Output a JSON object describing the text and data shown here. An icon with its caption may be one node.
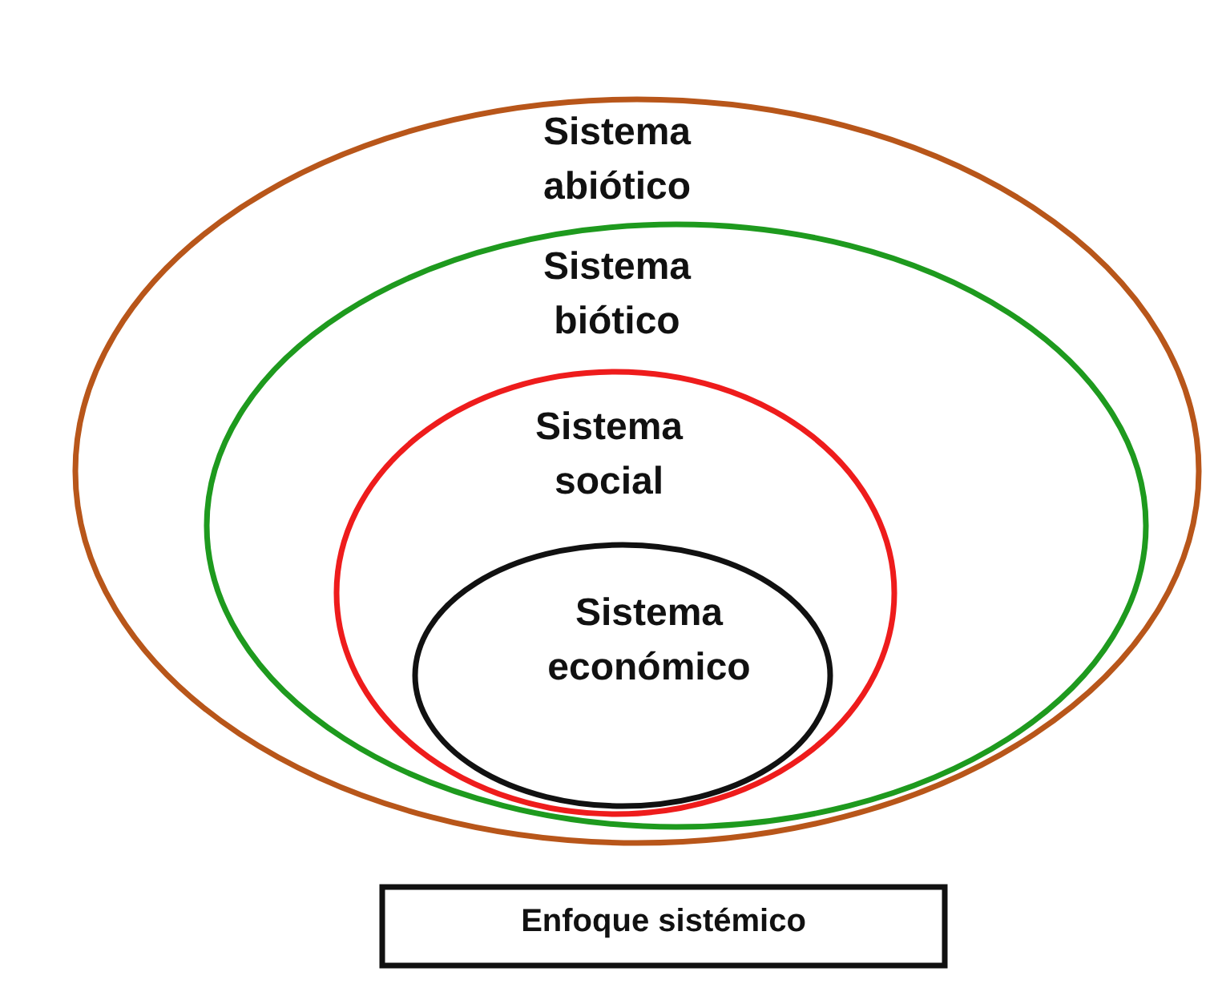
{
  "diagram": {
    "nodes": [
      {
        "text": [
          "Sistema abiótico"
        ]
      },
      {
        "text": [
          "Sistema biótico"
        ],
        "in": 0
      },
      {
        "text": [
          "Sistema social"
        ],
        "in": 1
      },
      {
        "text": [
          "Sistema económico"
        ],
        "in": 2
      },
      {
        "text": [
          "Enfoque sistémico"
        ]
      }
    ],
    "edges": []
  }
}
